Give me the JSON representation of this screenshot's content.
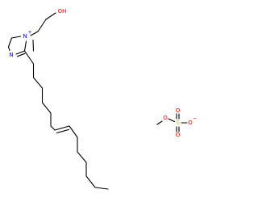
{
  "molecule": {
    "cation_labels": {
      "hydroxyl": "OH",
      "ring_cationic_n": "N",
      "ring_cationic_n_charge": "+",
      "ring_imine_n": "N"
    },
    "anion_labels": {
      "methoxy_o": "O",
      "sulfur": "S",
      "sulfonyl_o_top": "O",
      "sulfonyl_o_bottom": "O",
      "oxide_o": "O",
      "oxide_charge": "−"
    },
    "colors": {
      "bond": "#000000",
      "nitrogen": "#0000ff",
      "oxygen": "#ff0000",
      "sulfur": "#cccc00"
    }
  }
}
